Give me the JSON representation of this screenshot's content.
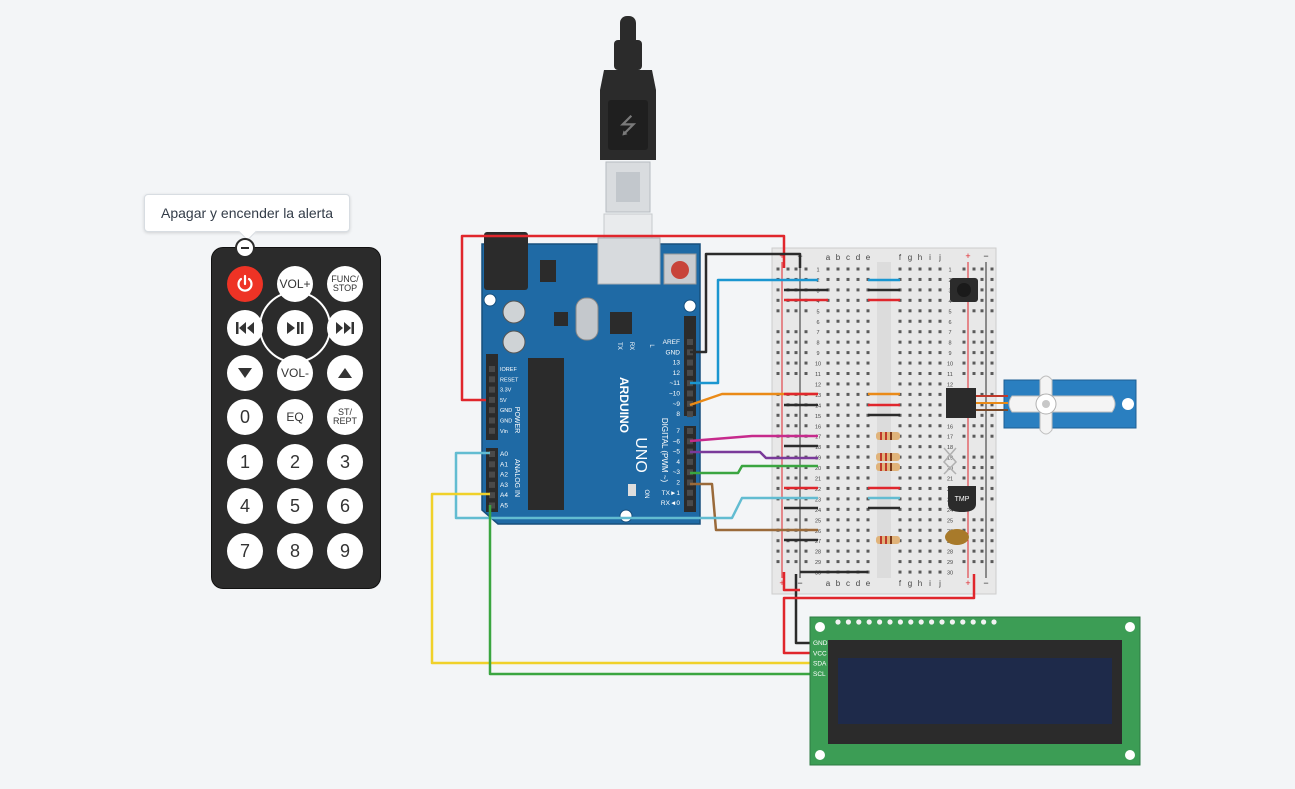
{
  "tooltip": {
    "text": "Apagar y encender la alerta"
  },
  "remote": {
    "buttons": {
      "vol_up": "VOL+",
      "func_stop": "FUNC/\nSTOP",
      "vol_down": "VOL-",
      "zero": "0",
      "eq": "EQ",
      "st_rept": "ST/\nREPT",
      "one": "1",
      "two": "2",
      "three": "3",
      "four": "4",
      "five": "5",
      "six": "6",
      "seven": "7",
      "eight": "8",
      "nine": "9"
    }
  },
  "arduino": {
    "brand": "ARDUINO",
    "model": "UNO",
    "digital_label": "DIGITAL (PWM ~)",
    "power_label": "POWER",
    "analog_label": "ANALOG IN",
    "on_label": "ON",
    "led_labels": [
      "TX",
      "RX",
      "L"
    ],
    "digital_pins": [
      "AREF",
      "GND",
      "13",
      "12",
      "~11",
      "~10",
      "~9",
      "8",
      "7",
      "~6",
      "~5",
      "4",
      "~3",
      "2",
      "TX►1",
      "RX◄0"
    ],
    "power_pins": [
      "IOREF",
      "RESET",
      "3.3V",
      "5V",
      "GND",
      "GND",
      "Vin"
    ],
    "analog_pins": [
      "A0",
      "A1",
      "A2",
      "A3",
      "A4",
      "A5"
    ]
  },
  "breadboard": {
    "columns_left": [
      "a",
      "b",
      "c",
      "d",
      "e"
    ],
    "columns_right": [
      "f",
      "g",
      "h",
      "i",
      "j"
    ],
    "rows": 30,
    "plus": "+",
    "minus": "−"
  },
  "sensor": {
    "label": "TMP"
  },
  "lcd": {
    "pins": [
      "GND",
      "VCC",
      "SDA",
      "SCL"
    ]
  },
  "colors": {
    "background": "#f3f5f7",
    "arduino": "#1f6aa5",
    "breadboard": "#e8e8e8",
    "lcd_board": "#3c9d55",
    "lcd_screen": "#1e2a4a",
    "remote": "#2b2b2b",
    "power_button": "#ee3325",
    "servo": "#2a7fc0",
    "wire_red": "#e0262c",
    "wire_black": "#2b2b2b",
    "wire_blue": "#1a96d0",
    "wire_orange": "#ea8a17",
    "wire_magenta": "#c62a8c",
    "wire_purple": "#7a3a9a",
    "wire_green": "#3aa540",
    "wire_brown": "#9a6a3a",
    "wire_cyan": "#62bcd1",
    "wire_yellow": "#f0d12a"
  }
}
